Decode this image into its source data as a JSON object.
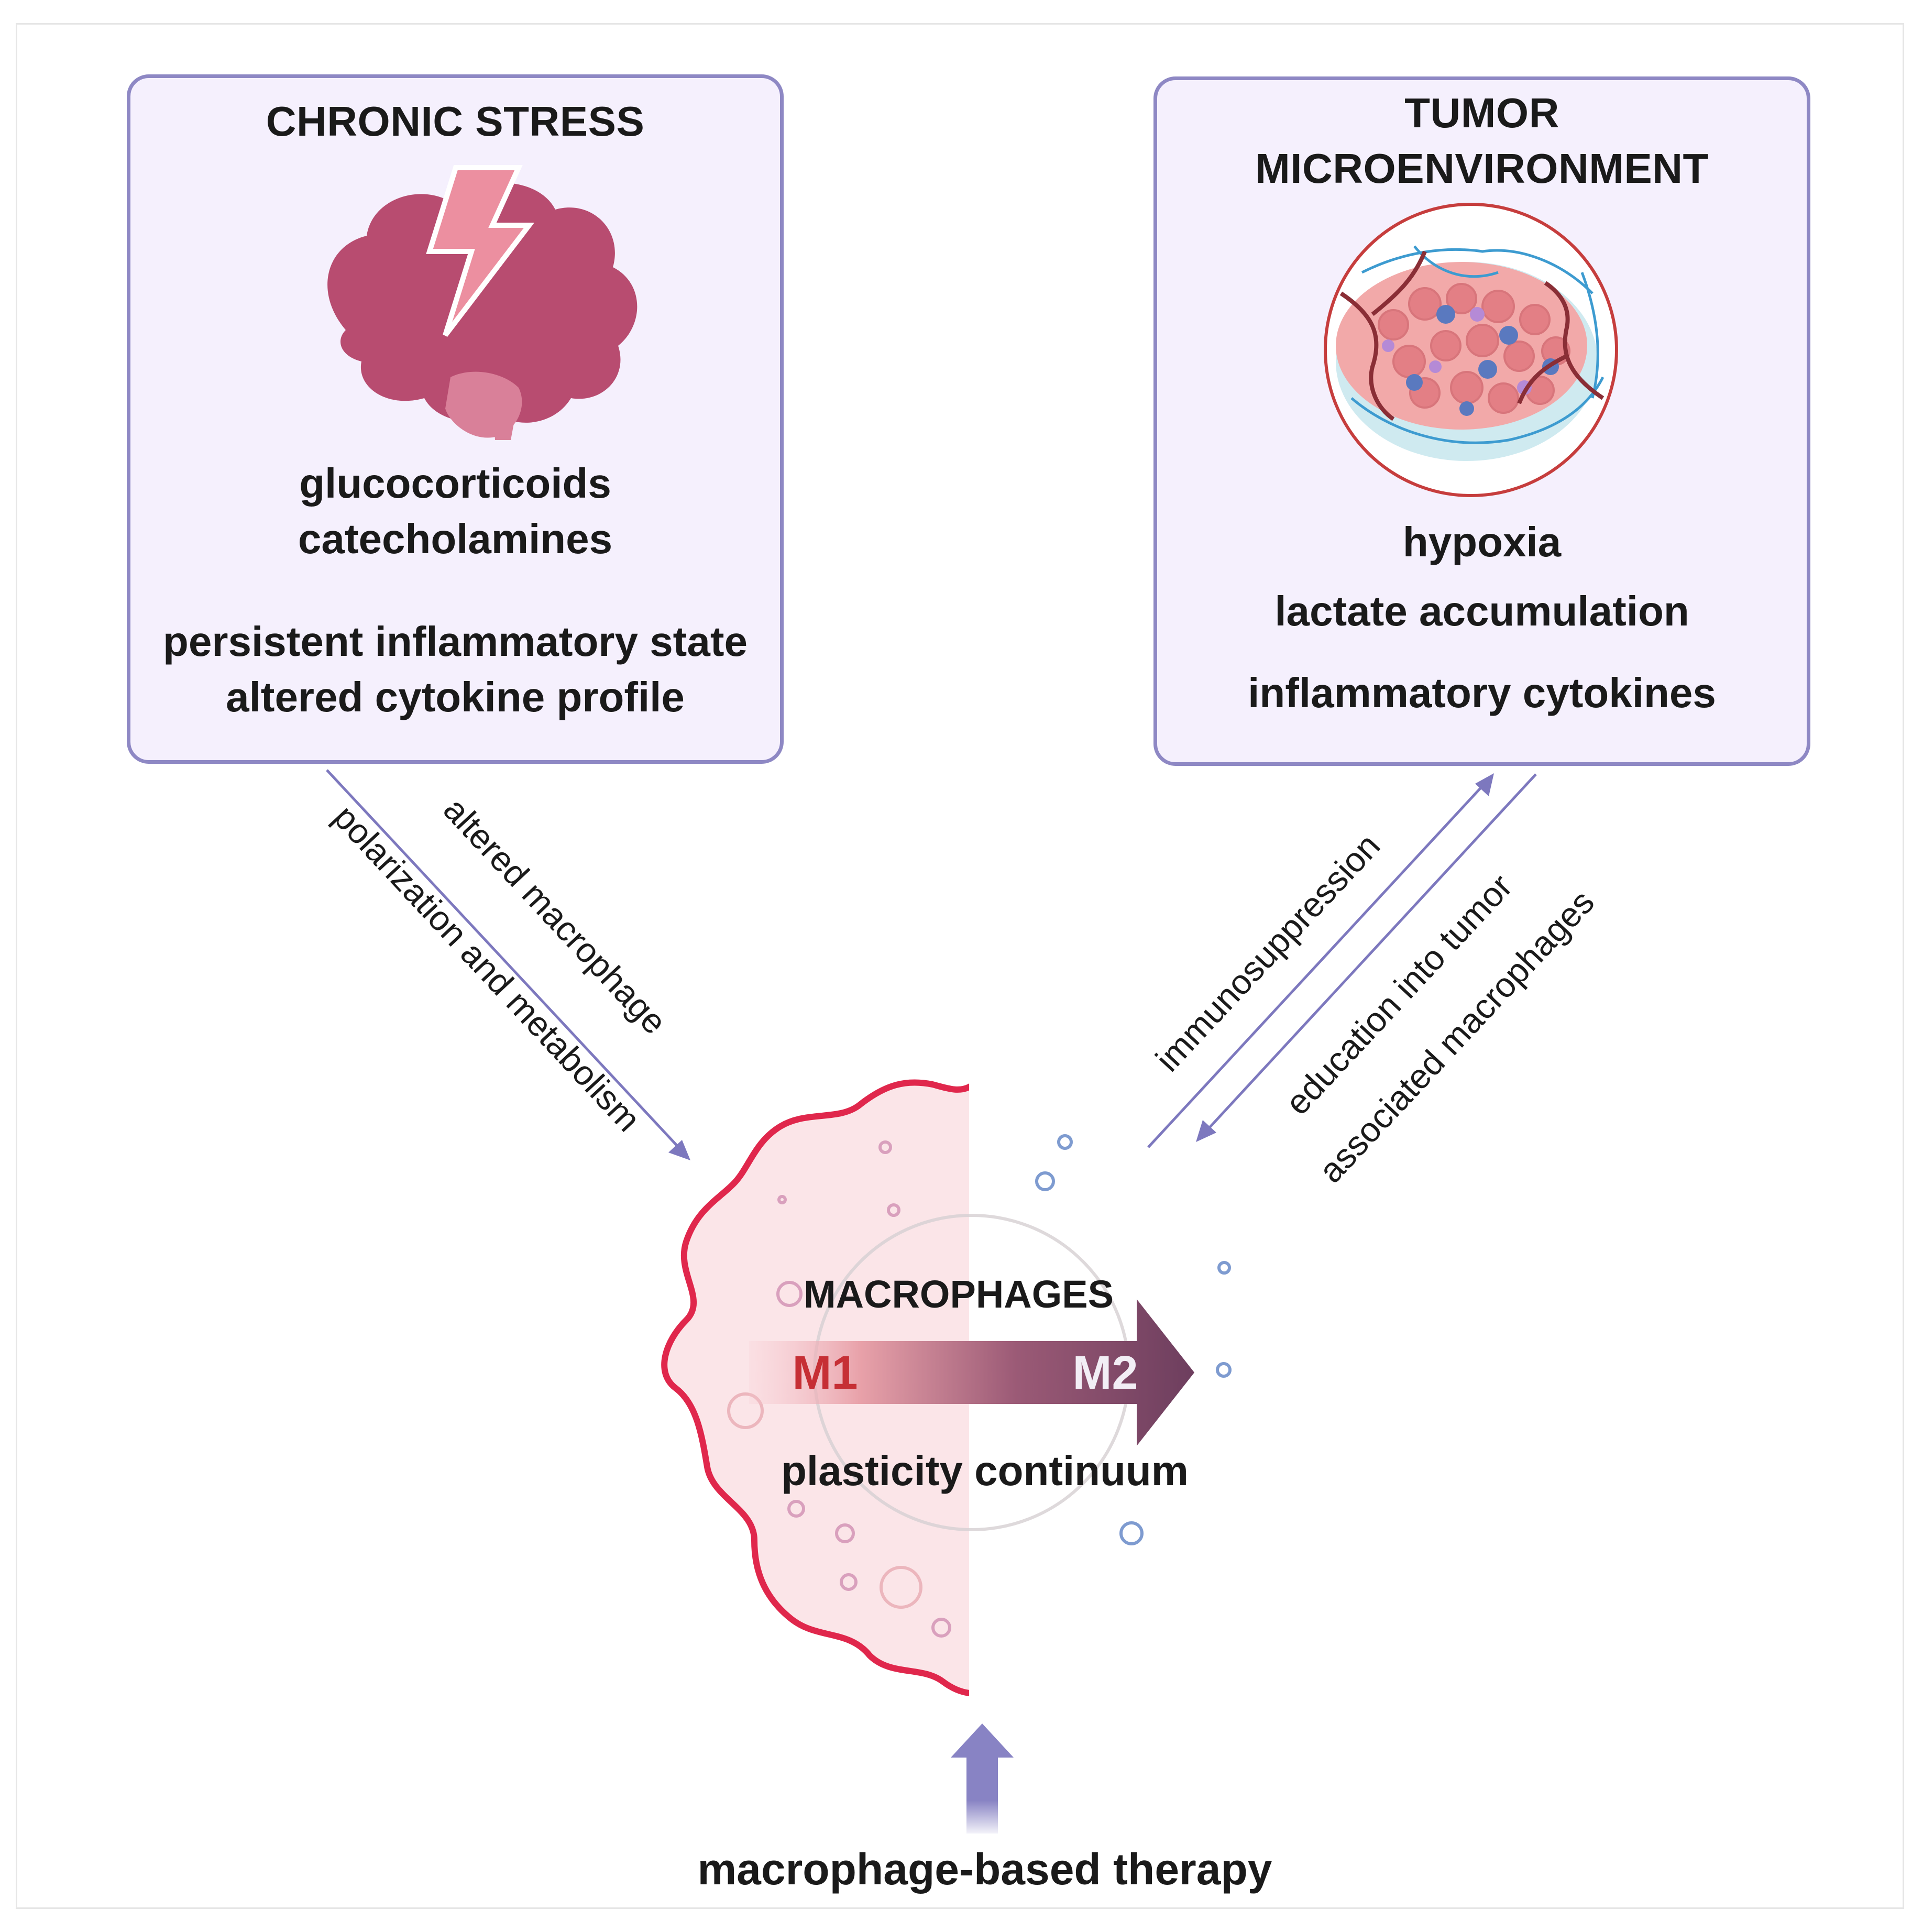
{
  "chronic_stress": {
    "title": "CHRONIC STRESS",
    "line1": "glucocorticoids",
    "line2": "catecholamines",
    "line3": "persistent inflammatory state",
    "line4": "altered cytokine profile"
  },
  "tumor_microenvironment": {
    "title_line1": "TUMOR",
    "title_line2": "MICROENVIRONMENT",
    "line1": "hypoxia",
    "line2": "lactate accumulation",
    "line3": "inflammatory cytokines"
  },
  "arrows": {
    "stress_line1": "altered macrophage",
    "stress_line2": "polarization and metabolism",
    "immunosuppression": "immunosuppression",
    "education_line1": "education into tumor",
    "education_line2": "associated macrophages"
  },
  "macrophage": {
    "title": "MACROPHAGES",
    "m1": "M1",
    "m2": "M2",
    "subtitle": "plasticity continuum"
  },
  "therapy": {
    "label": "macrophage-based therapy"
  },
  "colors": {
    "box_fill": "#f5f0fd",
    "box_border": "#8e88c4",
    "m1_red": "#e0274c",
    "m2_blue": "#2f5fa6",
    "brain": "#b84c70",
    "arrow": "#7d78be"
  }
}
